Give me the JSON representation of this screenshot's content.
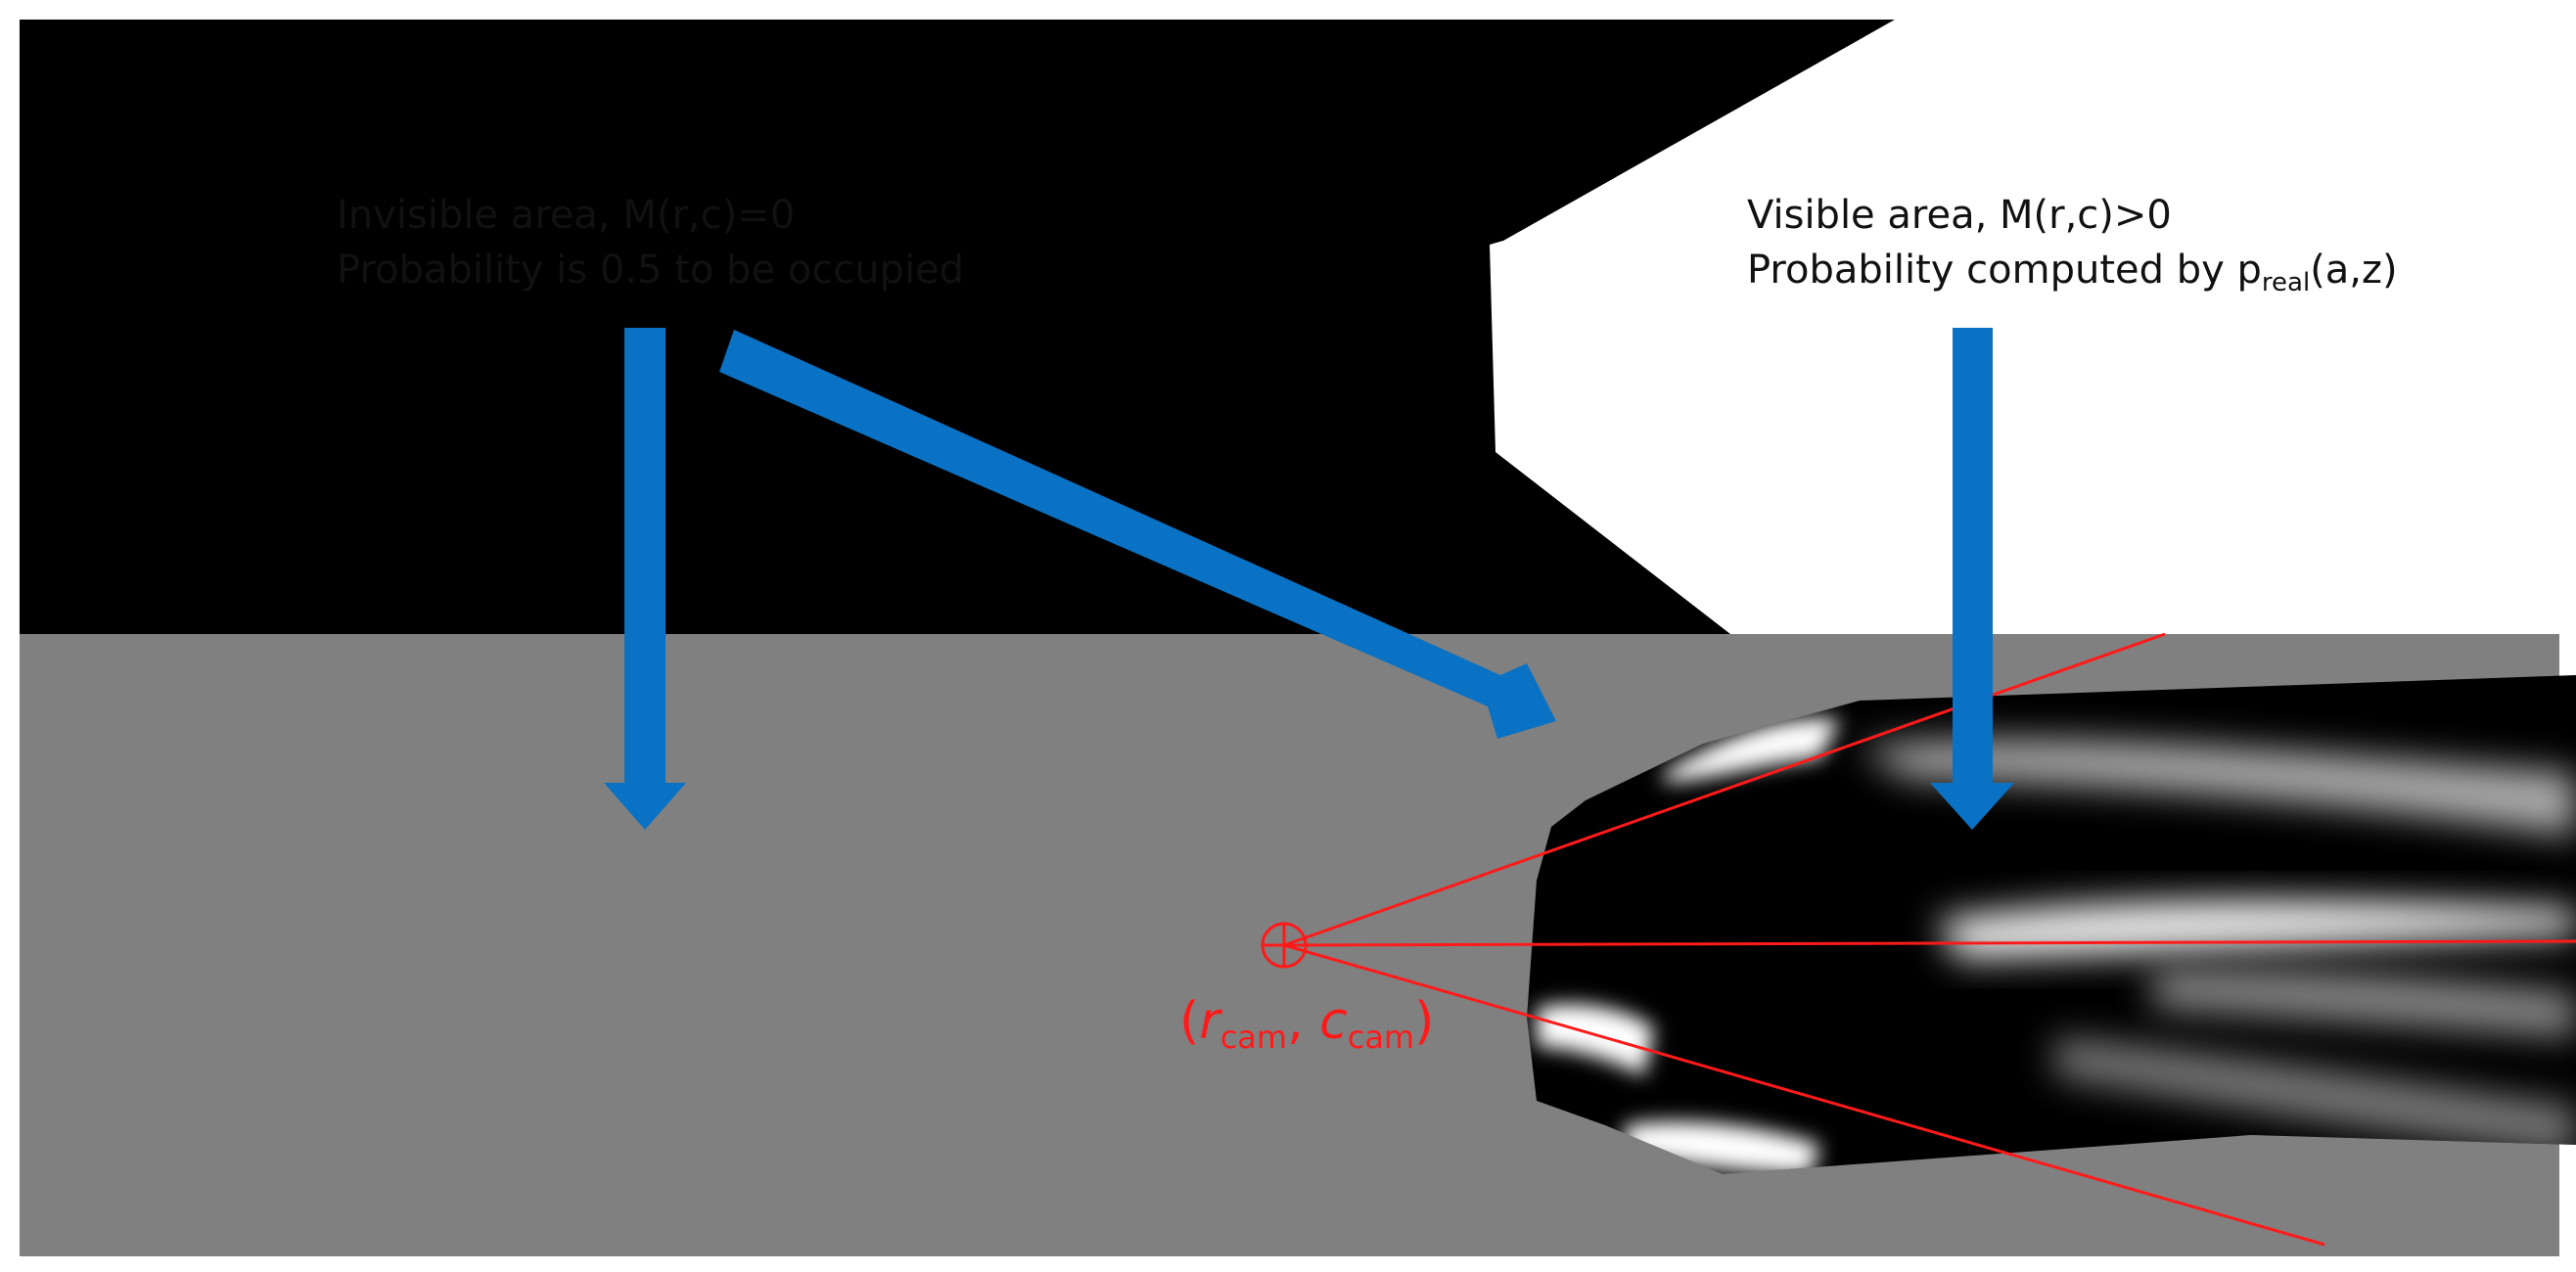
{
  "colors": {
    "unknown_gray": "#808080",
    "occupied_black": "#000000",
    "free_white": "#ffffff",
    "arrow_blue": "#0a72c4",
    "ray_red": "#ff1a1a"
  },
  "invisible_label": {
    "line1": "Invisible area, M(r,c)=0",
    "line2": "Probability is 0.5 to be occupied"
  },
  "visible_label": {
    "line1": "Visible area, M(r,c)>0",
    "line2_prefix": "Probability computed by p",
    "line2_sub": "real",
    "line2_suffix": "(a,z)"
  },
  "camera_label": {
    "open": "(",
    "r": "r",
    "r_sub": "cam",
    "sep": ", ",
    "c": "c",
    "c_sub": "cam",
    "close": ")"
  },
  "icons": {
    "camera": "crosshair-circle-icon",
    "arrows": "thick-down-arrow"
  }
}
